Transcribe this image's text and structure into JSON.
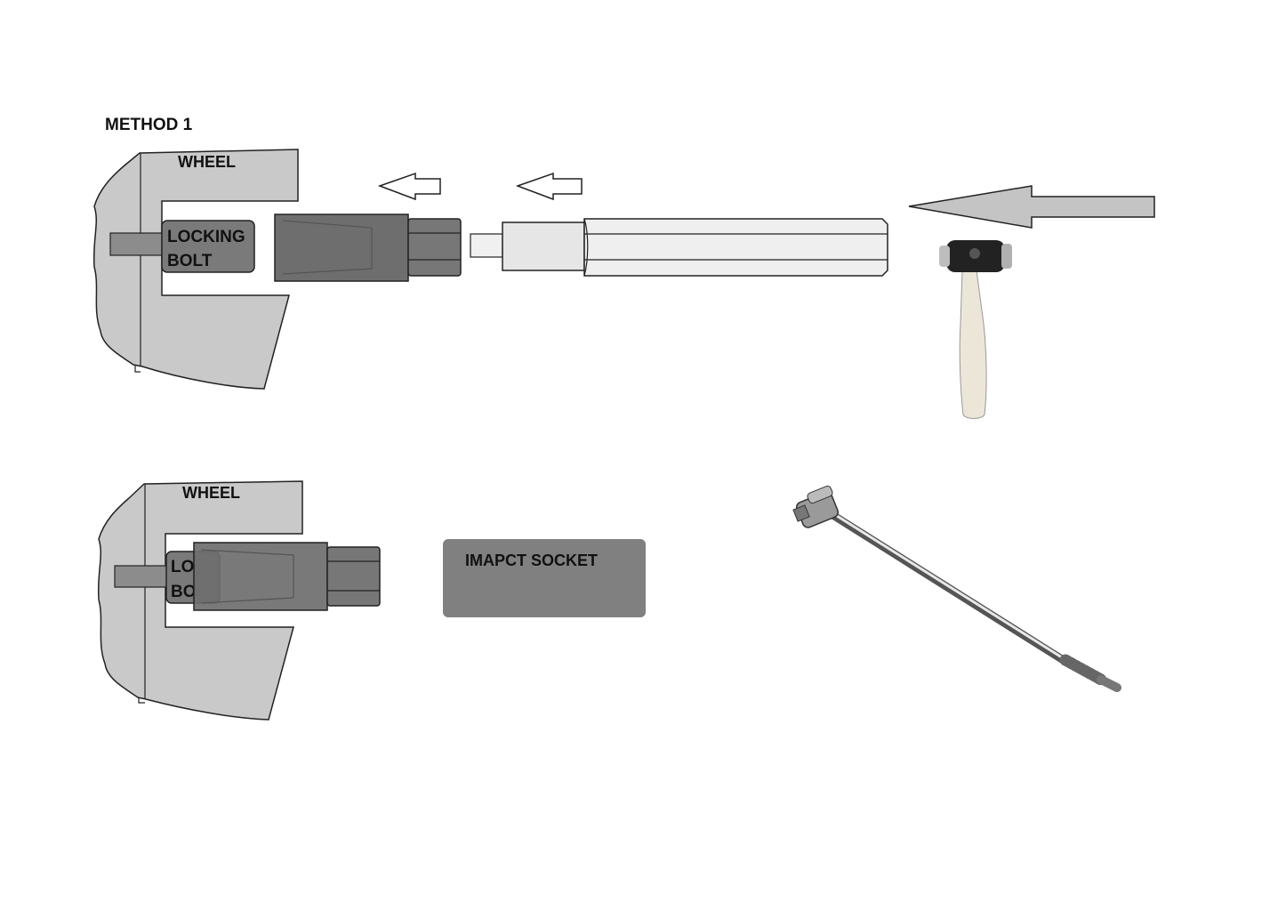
{
  "title": "METHOD 1",
  "top": {
    "wheel_label": "WHEEL",
    "bolt_label_line1": "LOCKING",
    "bolt_label_line2": "BOLT"
  },
  "bottom": {
    "wheel_label": "WHEEL",
    "bolt_label_line1": "LO",
    "bolt_label_line2": "BO",
    "callout_label": "IMAPCT SOCKET"
  },
  "colors": {
    "wheel_fill": "#c9c9c9",
    "bolt_fill": "#7a7a7a",
    "socket_fill": "#6e6e6e",
    "extension_fill": "#e6e6e6",
    "callout_fill": "#808080",
    "arrow_fill": "#c4c4c4",
    "hammer_head": "#222222",
    "hammer_handle": "#ece6d8"
  },
  "icons": {
    "hammer": "hammer-icon",
    "breaker_bar": "breaker-bar-icon",
    "arrows": "arrow-left-icon"
  }
}
